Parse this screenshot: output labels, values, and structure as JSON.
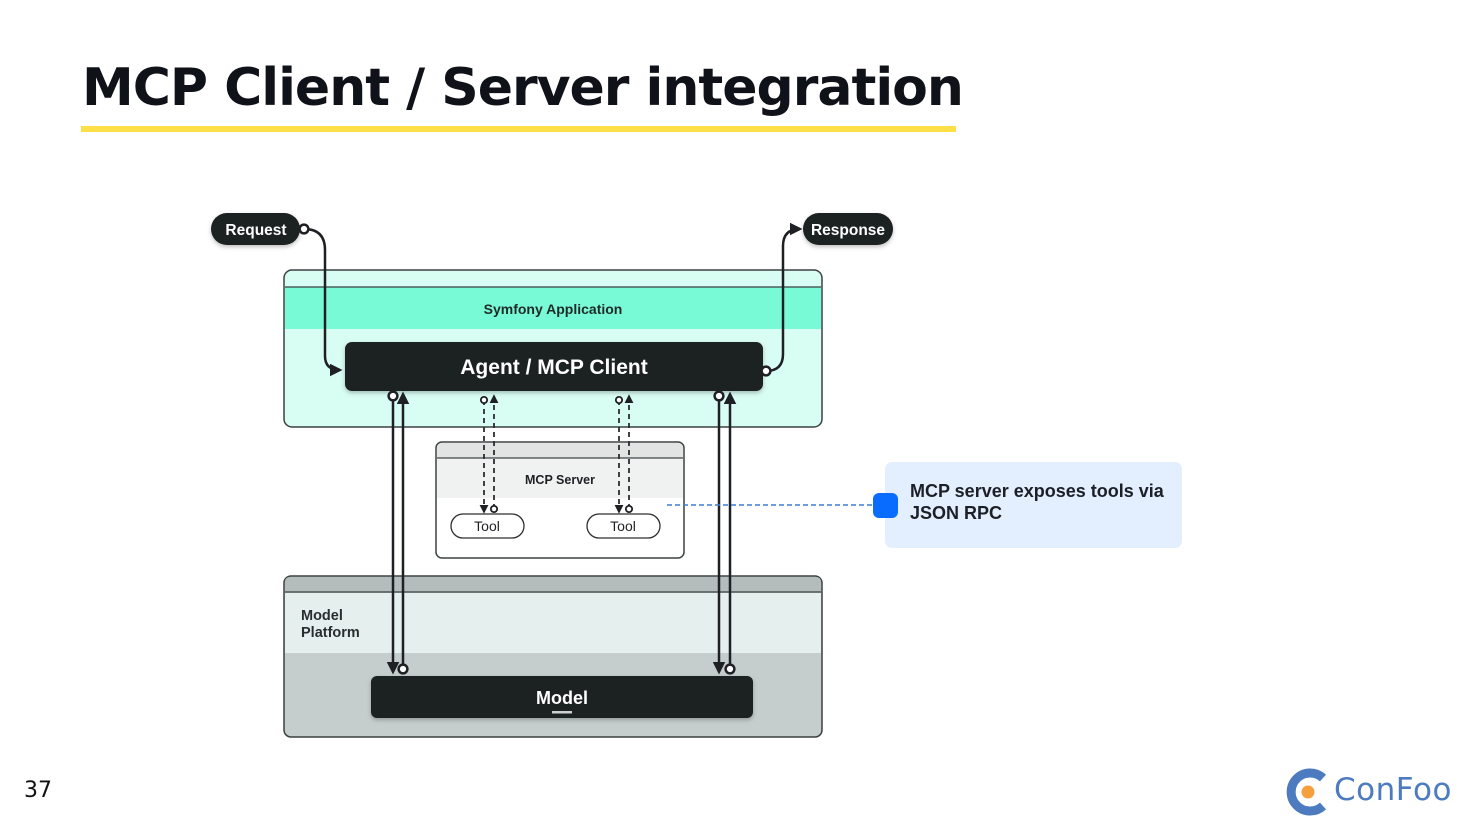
{
  "slide": {
    "title": "MCP Client / Server integration",
    "page_number": "37",
    "accent_underline_color": "#fde047"
  },
  "diagram": {
    "request_label": "Request",
    "response_label": "Response",
    "symfony_app_label": "Symfony Application",
    "agent_label": "Agent / MCP Client",
    "mcp_server_label": "MCP Server",
    "tools": [
      "Tool",
      "Tool"
    ],
    "model_platform_label_line1": "Model",
    "model_platform_label_line2": "Platform",
    "model_label": "Model",
    "colors": {
      "symfony_header": "#79fad6",
      "symfony_body": "#d8fdf2",
      "model_platform_header": "#e4efee",
      "model_platform_body": "#c5cdcd",
      "dark_node": "#1f2024",
      "callout_bg": "#e3efff",
      "callout_dot": "#0a6cff"
    }
  },
  "callout": {
    "text": "MCP server exposes tools via JSON RPC"
  },
  "logo": {
    "text": "ConFoo",
    "icon": "confoo-logo-icon",
    "primary_color": "#4d7bc0",
    "dot_color": "#f5a03c"
  }
}
